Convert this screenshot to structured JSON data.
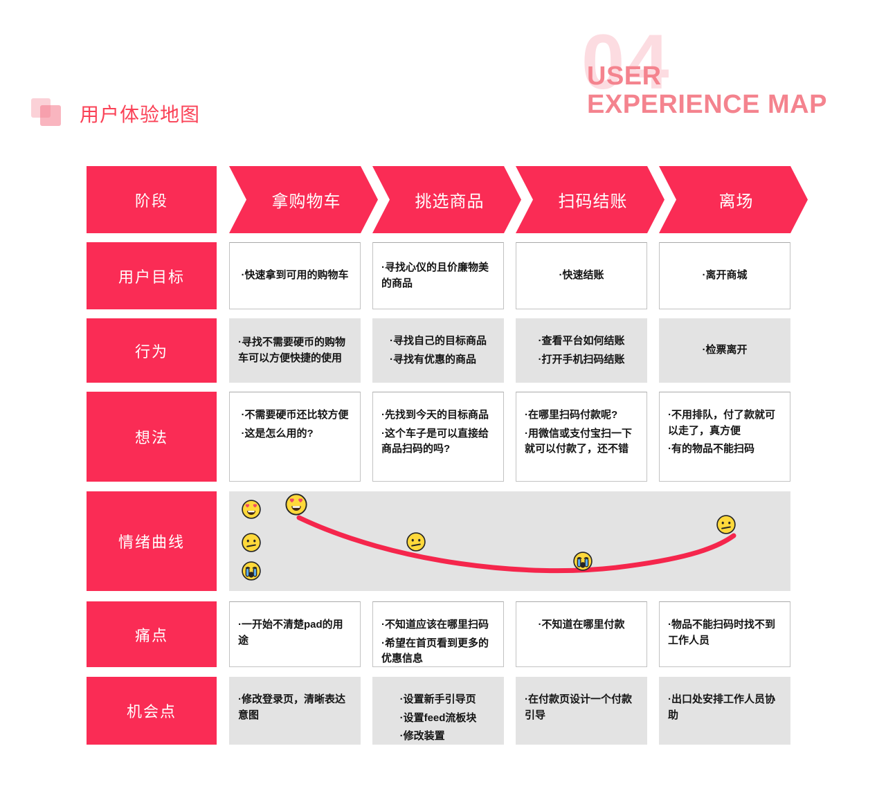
{
  "header": {
    "title_zh": "用户体验地图",
    "chapter_number": "04",
    "title_en_line1": "USER",
    "title_en_line2": "EXPERIENCE MAP"
  },
  "colors": {
    "primary_pink": "#fa2c55",
    "curve_pink": "#f5264c",
    "chapter_number_pink": "#fcdce1",
    "chapter_title_pink": "#f4838e",
    "cell_gray": "#e3e3e3",
    "emoji_yellow": "#ffd93b"
  },
  "rows": {
    "stage": {
      "label": "阶段",
      "cells": [
        "拿购物车",
        "挑选商品",
        "扫码结账",
        "离场"
      ]
    },
    "goals": {
      "label": "用户目标",
      "cells": [
        [
          "·快速拿到可用的购物车"
        ],
        [
          "·寻找心仪的且价廉物美的商品"
        ],
        [
          "·快速结账"
        ],
        [
          "·离开商城"
        ]
      ]
    },
    "behavior": {
      "label": "行为",
      "cells": [
        [
          "·寻找不需要硬币的购物车可以方便快捷的使用"
        ],
        [
          "·寻找自己的目标商品",
          "·寻找有优惠的商品"
        ],
        [
          "·查看平台如何结账",
          "·打开手机扫码结账"
        ],
        [
          "·检票离开"
        ]
      ]
    },
    "thoughts": {
      "label": "想法",
      "cells": [
        [
          "·不需要硬币还比较方便",
          "·这是怎么用的?"
        ],
        [
          "·先找到今天的目标商品",
          "·这个车子是可以直接给商品扫码的吗?"
        ],
        [
          "·在哪里扫码付款呢?",
          "·用微信或支付宝扫一下就可以付款了，还不错"
        ],
        [
          "·不用排队，付了款就可以走了，真方便",
          "·有的物品不能扫码"
        ]
      ]
    },
    "emotion": {
      "label": "情绪曲线",
      "legend": [
        "heart-eyes",
        "neutral",
        "crying"
      ],
      "curve_points": [
        {
          "stage": "拿购物车",
          "mood": "heart-eyes",
          "level": "high"
        },
        {
          "stage": "挑选商品",
          "mood": "neutral",
          "level": "medium"
        },
        {
          "stage": "扫码结账",
          "mood": "crying",
          "level": "low"
        },
        {
          "stage": "离场",
          "mood": "neutral",
          "level": "medium"
        }
      ]
    },
    "pain": {
      "label": "痛点",
      "cells": [
        [
          "·一开始不清楚pad的用途"
        ],
        [
          "·不知道应该在哪里扫码",
          "·希望在首页看到更多的优惠信息"
        ],
        [
          "·不知道在哪里付款"
        ],
        [
          "·物品不能扫码时找不到工作人员"
        ]
      ]
    },
    "opportunity": {
      "label": "机会点",
      "cells": [
        [
          "·修改登录页，清晰表达意图"
        ],
        [
          "·设置新手引导页",
          "·设置feed流板块",
          "·修改装置"
        ],
        [
          "·在付款页设计一个付款引导"
        ],
        [
          "·出口处安排工作人员协助"
        ]
      ]
    }
  }
}
